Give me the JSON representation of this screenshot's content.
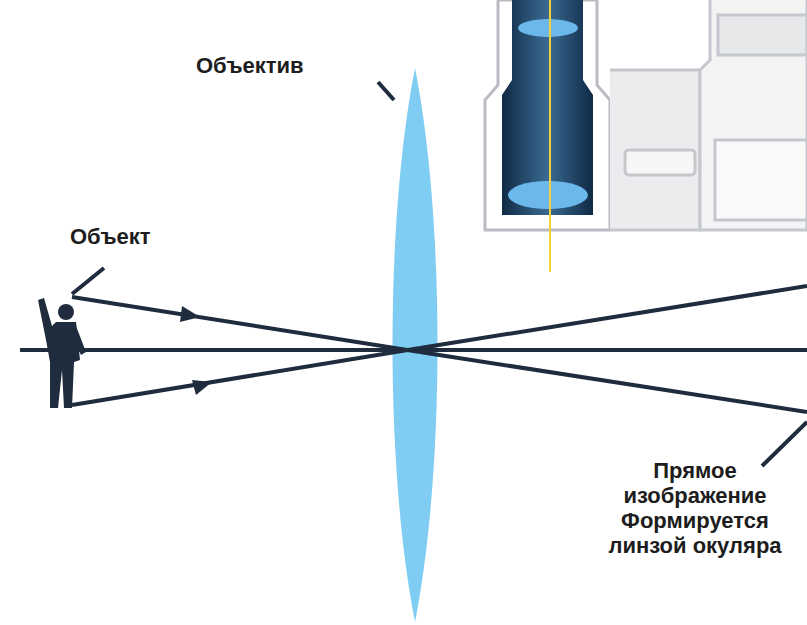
{
  "diagram": {
    "labels": [
      "Объектив",
      "Объект",
      "Прямое изображение Формируется линзой окуляра"
    ]
  }
}
